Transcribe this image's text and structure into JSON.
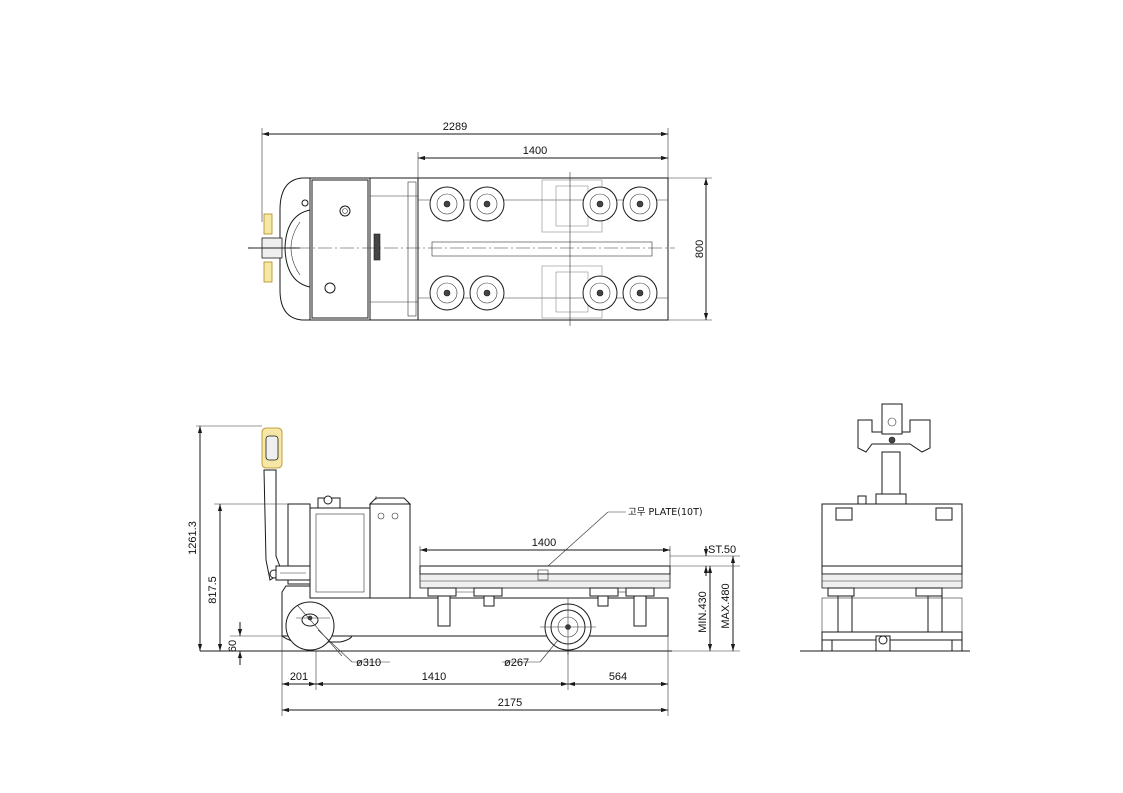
{
  "top_view": {
    "overall_length": "2289",
    "deck_length": "1400",
    "width": "800"
  },
  "side_view": {
    "total_height": "1261.3",
    "body_height": "817.5",
    "ground_clearance": "60",
    "deck_length": "1400",
    "stroke": "ST.50",
    "min_height": "MIN.430",
    "max_height": "MAX.480",
    "drive_wheel_diameter": "ø310",
    "load_wheel_diameter": "ø267",
    "front_overhang": "201",
    "wheelbase": "1410",
    "rear_overhang": "564",
    "overall_length": "2175",
    "callout": "고무 PLATE(10T)"
  },
  "colors": {
    "line": "#1a1a1a",
    "handle_highlight": "#f6e7a6"
  }
}
